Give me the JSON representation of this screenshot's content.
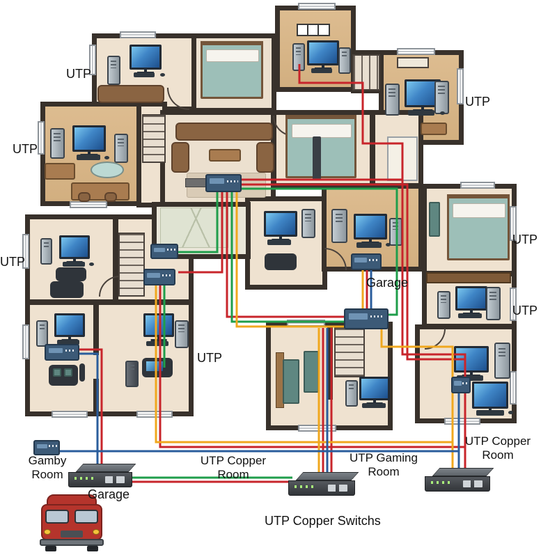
{
  "scene": {
    "description": "Home floor plan showing UTP copper cabling between rooms, switches and racks",
    "background": "#ffffff",
    "wall_color": "#38312b"
  },
  "labels": {
    "utp": "UTP",
    "garage_upper": "Garage",
    "garage_lower": "Garage",
    "gamby_room": "Gamby\nRoom",
    "utp_copper_room_center": "UTP Copper\nRoom",
    "utp_gaming_room": "UTP Gaming\nRoom",
    "utp_copper_room_right": "UTP Copper\nRoom",
    "utp_copper_switches": "UTP Copper Switchs"
  },
  "cable_colors": {
    "red": "#c8252b",
    "green": "#1f9e4b",
    "orange": "#f0a81f",
    "blue": "#2a5d9c"
  },
  "devices": {
    "switch_icons": [
      "living-room-switch",
      "hall-upper-switch",
      "hall-lower-switch",
      "basement-room-switch",
      "garage-room-switch",
      "gaming-room-switch",
      "bedroom-small-switch",
      "gamby-device",
      "garage-rack-switch",
      "copper-rack-switch",
      "right-rack-switch"
    ],
    "vehicle": "red-truck"
  }
}
